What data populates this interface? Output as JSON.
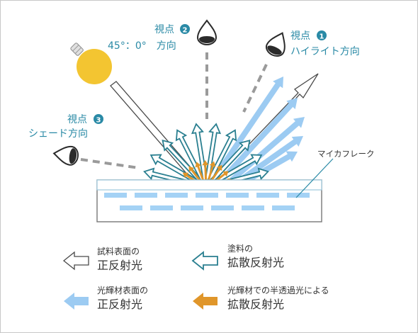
{
  "viewpoints": {
    "v1": {
      "prefix": "視点",
      "num": "1",
      "desc": "ハイライト方向"
    },
    "v2": {
      "prefix": "視点",
      "num": "2",
      "desc": "45°：0°　方向"
    },
    "v3": {
      "prefix": "視点",
      "num": "3",
      "desc": "シェード方向"
    }
  },
  "label_mica": "マイカフレーク",
  "legend": [
    {
      "line1": "試料表面の",
      "line2": "正反射光"
    },
    {
      "line1": "塗料の",
      "line2": "拡散反射光"
    },
    {
      "line1": "光輝材表面の",
      "line2": "正反射光"
    },
    {
      "line1": "光輝材での半透過光による",
      "line2": "拡散反射光"
    }
  ],
  "colors": {
    "accent_text": "#2a8aa6",
    "teal_arrow": "#2a7f90",
    "blue_arrow": "#9ccbf2",
    "orange_arrow": "#e0962a",
    "bulb": "#f3c531",
    "gray_dash": "#9a9a9a",
    "flake": "#a4d2f5"
  },
  "icons": [
    "lightbulb-icon",
    "eye-icon"
  ]
}
